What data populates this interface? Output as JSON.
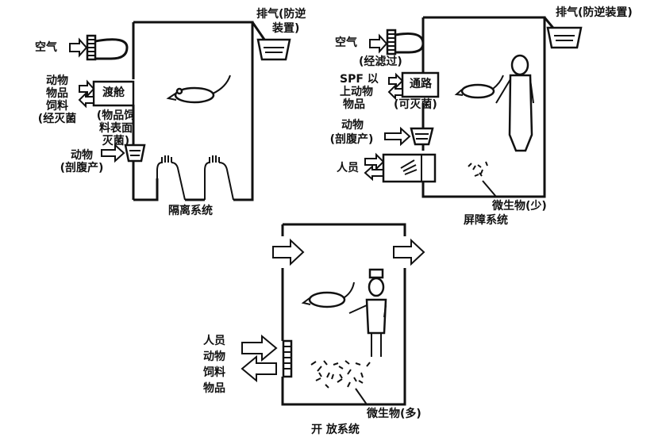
{
  "isolation": {
    "title": "隔离系统",
    "air_in": "空气",
    "exhaust_line1": "排气(防逆",
    "exhaust_line2": "装置)",
    "supplies_lines": [
      "动物",
      "物品",
      "饲料",
      "(经灭菌"
    ],
    "transfer_chamber": "渡舱",
    "sterilize_lines": [
      "(物品饲",
      "料表面",
      "灭菌)"
    ],
    "caesarean_lines": [
      "动物",
      "(剖腹产)"
    ]
  },
  "barrier": {
    "title": "屏障系统",
    "exhaust": "排气(防逆装置)",
    "air_in": "空气",
    "filtered": "(经滤过)",
    "spf_lines": [
      "SPF 以",
      "上动物",
      "物品"
    ],
    "passage": "通路",
    "sterilizable": "(可灭菌)",
    "caesarean_lines": [
      "动物",
      "(剖腹产)"
    ],
    "personnel": "人员",
    "microbes": "微生物(少)"
  },
  "open": {
    "title": "开 放系统",
    "inputs_lines": [
      "人员",
      "动物",
      "饲料",
      "物品"
    ],
    "microbes": "微生物(多)"
  }
}
